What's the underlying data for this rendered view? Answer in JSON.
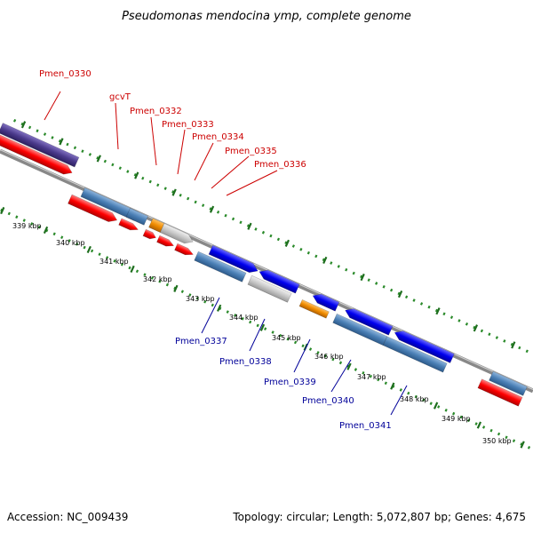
{
  "title": "Pseudomonas mendocina ymp, complete genome",
  "accession": "Accession: NC_009439",
  "topology": "Topology: circular; Length: 5,072,807 bp; Genes: 4,675",
  "ticks": [
    "339 kbp",
    "340 kbp",
    "341 kbp",
    "342 kbp",
    "343 kbp",
    "344 kbp",
    "345 kbp",
    "346 kbp",
    "347 kbp",
    "348 kbp",
    "349 kbp",
    "350 kbp"
  ],
  "labels_top": [
    "Pmen_0330",
    "gcvT",
    "Pmen_0332",
    "Pmen_0333",
    "Pmen_0334",
    "Pmen_0335",
    "Pmen_0336"
  ],
  "labels_bottom": [
    "Pmen_0337",
    "Pmen_0338",
    "Pmen_0339",
    "Pmen_0340",
    "Pmen_0341"
  ],
  "colors": {
    "backbone": "#888888",
    "cds_red": "#ff0000",
    "gene_blue": "#0000ee",
    "gene_steel": "#4a7fb5",
    "gene_grey": "#c8c8c8",
    "gene_orange": "#f08c00",
    "gene_purple": "#4b3a8c",
    "dots": "#2a8a2a",
    "label_red": "#cc0000",
    "label_blue": "#000099"
  }
}
